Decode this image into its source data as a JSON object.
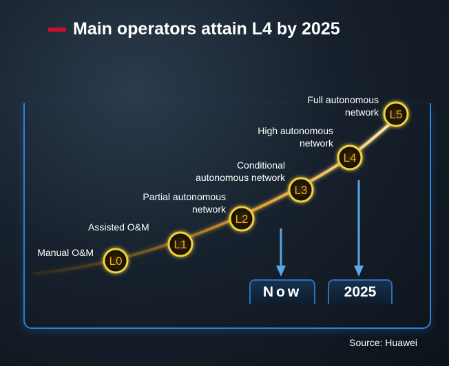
{
  "title": "Main operators attain L4 by 2025",
  "levels": [
    {
      "code": "L0",
      "name_line1": "Manual O&M",
      "name_line2": ""
    },
    {
      "code": "L1",
      "name_line1": "Assisted O&M",
      "name_line2": ""
    },
    {
      "code": "L2",
      "name_line1": "Partial autonomous",
      "name_line2": "network"
    },
    {
      "code": "L3",
      "name_line1": "Conditional",
      "name_line2": "autonomous network"
    },
    {
      "code": "L4",
      "name_line1": "High autonomous",
      "name_line2": "network"
    },
    {
      "code": "L5",
      "name_line1": "Full autonomous",
      "name_line2": "network"
    }
  ],
  "markers": {
    "now": "Now",
    "year": "2025"
  },
  "source": "Source: Huawei",
  "colors": {
    "accent": "#c8102e",
    "node_ring": "#f2d23c",
    "node_text": "#f5a623",
    "frame": "#2f7fd4",
    "arrow": "#5aa6e6"
  }
}
